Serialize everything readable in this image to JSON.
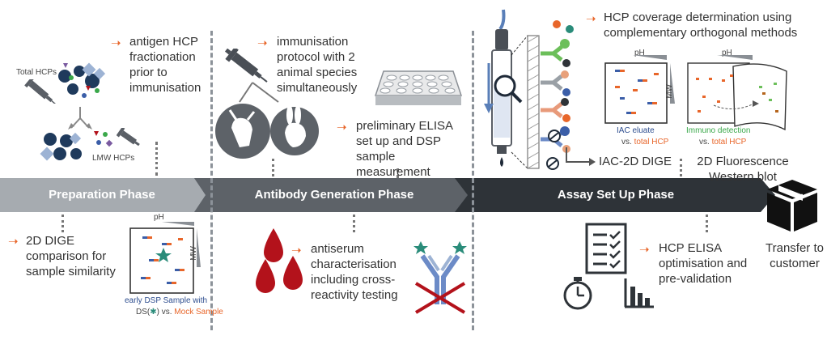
{
  "phases": {
    "preparation": "Preparation Phase",
    "antibody": "Antibody Generation Phase",
    "assay": "Assay Set Up Phase"
  },
  "preparation": {
    "top_text": "antigen HCP fractionation prior to immunisation",
    "total_hcps": "Total HCPs",
    "lmw_hcps": "LMW HCPs",
    "bottom_text": "2D DIGE comparison for sample similarity",
    "gel_ph": "pH",
    "gel_mw": "MW",
    "gel_caption_1": "early DSP Sample with",
    "gel_caption_2a": "DS(",
    "gel_caption_2b": ") vs.",
    "gel_caption_2c": "Mock Sample"
  },
  "antibody": {
    "top_text": "immunisation protocol with 2 animal species simultaneously",
    "elisa_text": "preliminary ELISA set up and DSP sample measurement",
    "bottom_text": "antiserum characterisation including cross-reactivity testing"
  },
  "assay": {
    "top_text": "HCP coverage determination using complementary orthogonal methods",
    "gel1_ph": "pH",
    "gel1_mw": "MW",
    "gel1_cap_1": "IAC eluate",
    "gel1_cap_2a": "vs.",
    "gel1_cap_2b": "total HCP",
    "gel2_ph": "pH",
    "gel2_cap_1": "Immuno detection",
    "gel2_cap_2a": "vs.",
    "gel2_cap_2b": "total HCP",
    "iac_label": "IAC-2D DIGE",
    "western_label": "2D Fluorescence Western blot",
    "elisa_text": "HCP ELISA optimisation and pre-validation",
    "transfer_text": "Transfer to customer"
  },
  "colors": {
    "orange": "#e8662a",
    "navy": "#1f3a5c",
    "blue": "#3b5ea8",
    "green": "#3aa84a",
    "red": "#b3121b",
    "teal": "#2a8c7a",
    "phase1": "#a6abb0",
    "phase2": "#5d6268",
    "phase3": "#2e3338"
  }
}
